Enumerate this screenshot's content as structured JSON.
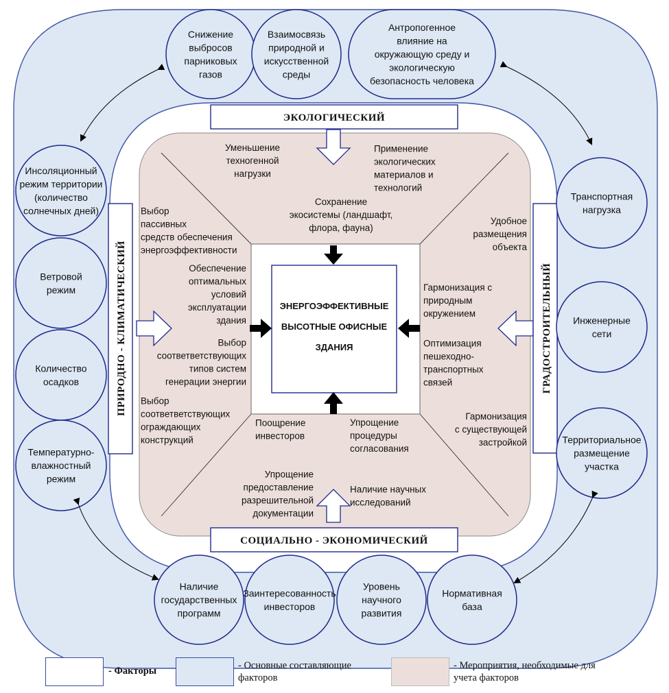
{
  "colors": {
    "band_fill": "#dde8f4",
    "band_stroke": "#3f56a8",
    "measures_fill": "#ecdfdb",
    "circle_fill": "#dde8f4",
    "circle_stroke": "#1f2a8c",
    "factor_box_fill": "#ffffff"
  },
  "center": {
    "lines": [
      "ЭНЕРГОЭФФЕКТИВНЫЕ",
      "ВЫСОТНЫЕ ОФИСНЫЕ",
      "ЗДАНИЯ"
    ]
  },
  "factors": {
    "top": "ЭКОЛОГИЧЕСКИЙ",
    "bottom": "СОЦИАЛЬНО - ЭКОНОМИЧЕСКИЙ",
    "left": "ПРИРОДНО - КЛИМАТИЧЕСКИЙ",
    "right": "ГРАДОСТРОИТЕЛЬНЫЙ"
  },
  "circles": {
    "top": [
      [
        "Снижение",
        "выбросов",
        "парниковых",
        "газов"
      ],
      [
        "Взаимосвязь",
        "природной и",
        "искусственной",
        "среды"
      ],
      [
        "Антропогенное",
        "влияние на",
        "окружающую среду и",
        "экологическую",
        "безопасность человека"
      ]
    ],
    "left": [
      [
        "Инсоляционный",
        "режим территории",
        "(количество",
        "солнечных дней)"
      ],
      [
        "Ветровой",
        "режим"
      ],
      [
        "Количество",
        "осадков"
      ],
      [
        "Температурно-",
        "влажностный",
        "режим"
      ]
    ],
    "right": [
      [
        "Транспортная",
        "нагрузка"
      ],
      [
        "Инженерные",
        "сети"
      ],
      [
        "Территориальное",
        "размещение",
        "участка"
      ]
    ],
    "bottom": [
      [
        "Наличие",
        "государственных",
        "программ"
      ],
      [
        "Заинтересованность",
        "инвесторов"
      ],
      [
        "Уровень",
        "научного",
        "развития"
      ],
      [
        "Нормативная",
        "база"
      ]
    ]
  },
  "measures": {
    "top": [
      [
        "Уменьшение",
        "техногенной",
        "нагрузки"
      ],
      [
        "Применение",
        "экологических",
        "материалов и",
        "технологий"
      ],
      [
        "Сохранение",
        "экосистемы (ландшафт,",
        "флора, фауна)"
      ]
    ],
    "left": [
      [
        "Выбор",
        "пассивных",
        "средств обеспечения",
        "энергоэффективности"
      ],
      [
        "Обеспечение",
        "оптимальных",
        "условий",
        "эксплуатации",
        "здания"
      ],
      [
        "Выбор",
        "соответветствующих",
        "типов систем",
        "генерации энергии"
      ],
      [
        "Выбор",
        "соответветствующих",
        "ограждающих",
        "конструкций"
      ]
    ],
    "right": [
      [
        "Удобное",
        "размещения",
        "объекта"
      ],
      [
        "Гармонизация с",
        "природным",
        "окружением"
      ],
      [
        "Оптимизация",
        "пешеходно-",
        "транспортных",
        "связей"
      ],
      [
        "Гармонизация",
        "с существующей",
        "застройкой"
      ]
    ],
    "bottom": [
      [
        "Поощрение",
        "инвесторов"
      ],
      [
        "Упрощение",
        "процедуры",
        "согласования"
      ],
      [
        "Упрощение",
        "предоставление",
        "разрешительной",
        "документации"
      ],
      [
        "Наличие научных",
        "исследований"
      ]
    ]
  },
  "legend": {
    "factors": "- Факторы",
    "components": [
      "- Основные составляющие",
      "факторов"
    ],
    "measures": [
      "- Мероприятия, необходимые для",
      "учета факторов"
    ]
  }
}
